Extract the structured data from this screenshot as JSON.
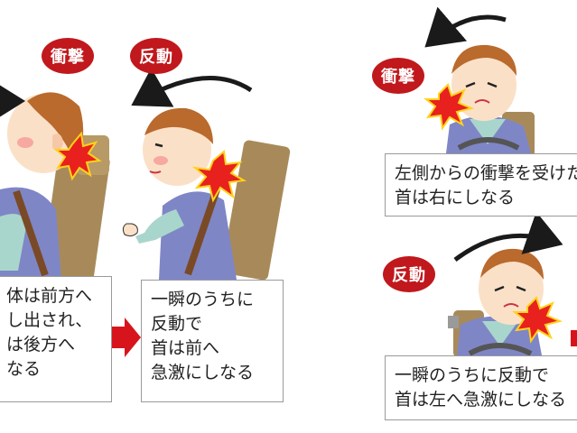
{
  "colors": {
    "badge_red": "#c0181c",
    "arrow_black": "#1a1a1a",
    "flow_arrow_red": "#d7141b",
    "shirt_blue": "#7f86c6",
    "sleeve_green": "#a9d6cc",
    "hair_brown": "#b96a2c",
    "skin": "#fbe0c8",
    "seat_brown": "#a88a5a",
    "impact_red": "#e8211e",
    "impact_yellow": "#ffd21a"
  },
  "badges": {
    "impact_front": "衝撃",
    "rebound_front": "反動",
    "impact_side": "衝撃",
    "rebound_side": "反動"
  },
  "boxes": {
    "front_impact": {
      "lines": [
        "体は前方へ",
        "し出され、",
        "は後方へ",
        "なる"
      ]
    },
    "front_rebound": {
      "lines": [
        "一瞬のうちに",
        "反動で",
        "首は前へ",
        "急激にしなる"
      ]
    },
    "side_impact": {
      "lines": [
        "左側からの衝撃を受けた",
        "首は右にしなる"
      ]
    },
    "side_rebound": {
      "lines": [
        "一瞬のうちに反動で",
        "首は左へ急激にしなる"
      ]
    }
  }
}
